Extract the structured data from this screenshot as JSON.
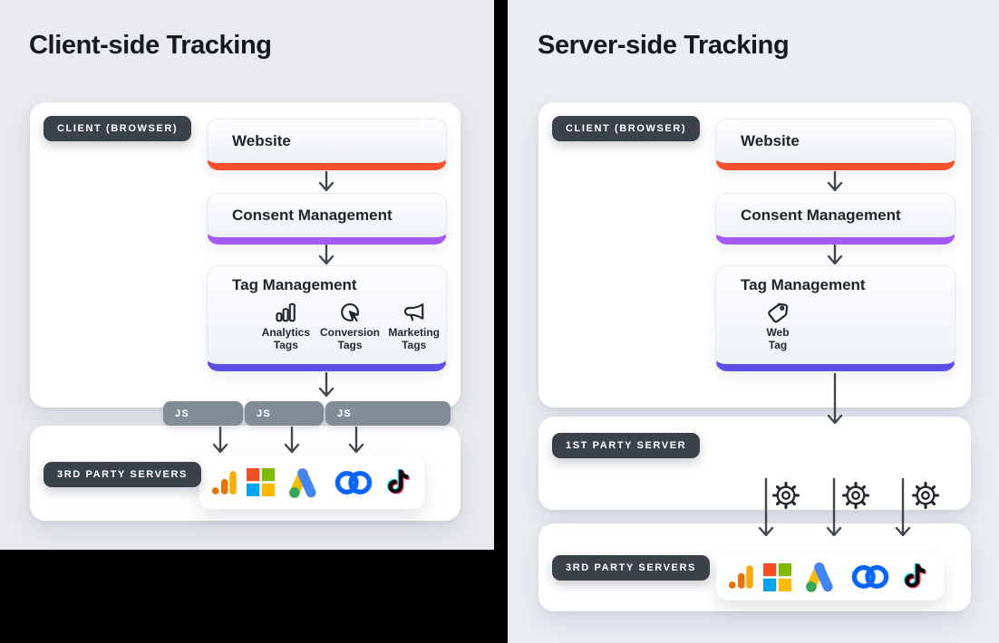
{
  "colors": {
    "panel_bg_left": "#e8eaef",
    "panel_bg_right": "#eaedf2",
    "card_bg": "#ffffff",
    "accent_orange": "#f4512c",
    "accent_purple": "#a459f2",
    "accent_indigo": "#5c50e7",
    "badge_bg": "#3c424a",
    "badge_text": "#ffffff",
    "js_pill_bg": "#828c97",
    "arrow": "#42474e",
    "divider": "#000000"
  },
  "left": {
    "title": "Client-side Tracking",
    "client_badge": "CLIENT (BROWSER)",
    "flow": [
      {
        "label": "Website",
        "accent": "accent_orange"
      },
      {
        "label": "Consent Management",
        "accent": "accent_purple"
      },
      {
        "label": "Tag Management",
        "accent": "accent_indigo"
      }
    ],
    "tag_items": [
      {
        "icon": "bar-chart-icon",
        "line1": "Analytics",
        "line2": "Tags"
      },
      {
        "icon": "click-icon",
        "line1": "Conversion",
        "line2": "Tags"
      },
      {
        "icon": "megaphone-icon",
        "line1": "Marketing",
        "line2": "Tags"
      }
    ],
    "js_pills": [
      {
        "label": "JS"
      },
      {
        "label": "JS"
      },
      {
        "label": "JS"
      }
    ],
    "servers_badge": "3RD PARTY SERVERS",
    "logos": [
      "google-analytics",
      "microsoft",
      "google-ads",
      "meta",
      "tiktok"
    ]
  },
  "right": {
    "title": "Server-side Tracking",
    "client_badge": "CLIENT (BROWSER)",
    "flow": [
      {
        "label": "Website",
        "accent": "accent_orange"
      },
      {
        "label": "Consent Management",
        "accent": "accent_purple"
      },
      {
        "label": "Tag Management",
        "accent": "accent_indigo"
      }
    ],
    "tag_items": [
      {
        "icon": "tag-icon",
        "line1": "Web",
        "line2": "Tag"
      }
    ],
    "first_party_badge": "1ST PARTY SERVER",
    "gear_icons": [
      "gear-icon",
      "gear-icon",
      "gear-icon"
    ],
    "servers_badge": "3RD PARTY SERVERS",
    "logos": [
      "google-analytics",
      "microsoft",
      "google-ads",
      "meta",
      "tiktok"
    ]
  }
}
